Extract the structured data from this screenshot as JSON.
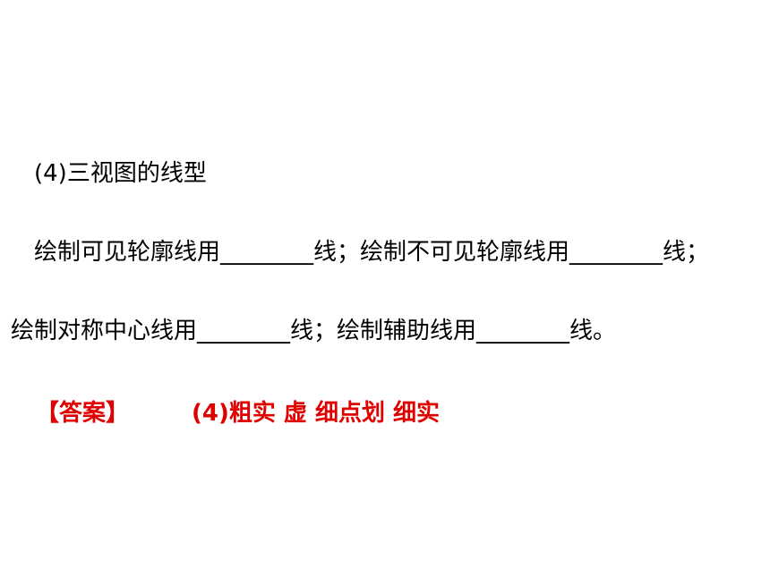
{
  "heading": "(4)三视图的线型",
  "sentence1": {
    "part1": "绘制可见轮廓线用",
    "blank1": "________",
    "part2": "线；绘制不可见轮廓线用",
    "blank2": "________",
    "part3": "线；"
  },
  "sentence2": {
    "part1": "绘制对称中心线用",
    "blank1": "________",
    "part2": "线；绘制辅助线用",
    "blank2": "________",
    "part3": "线。"
  },
  "answer": {
    "label": "【答案】",
    "content": "(4)粗实 虚 细点划 细实"
  },
  "colors": {
    "text": "#000000",
    "answer": "#e00000"
  }
}
